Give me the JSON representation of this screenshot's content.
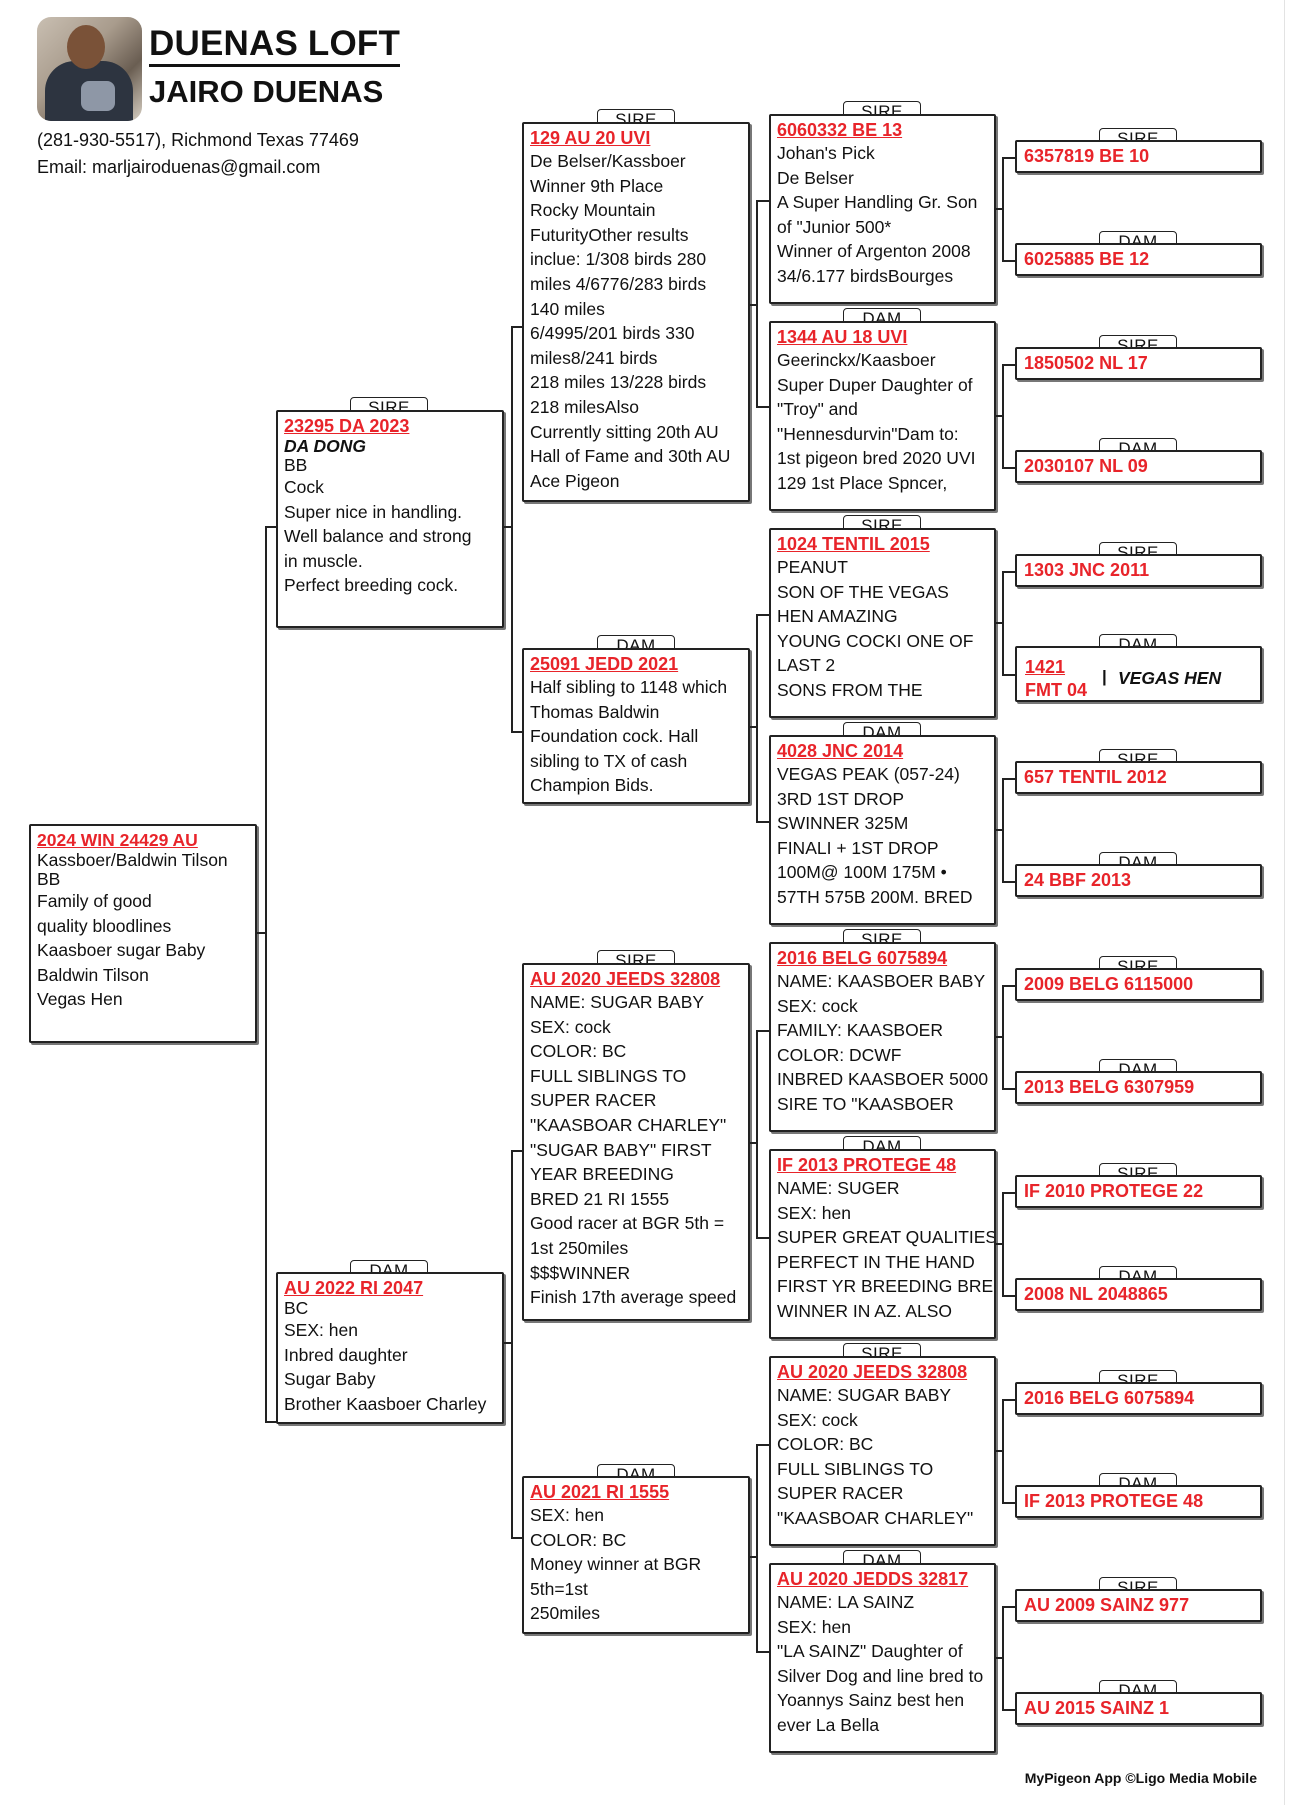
{
  "header": {
    "title": "DUENAS LOFT",
    "owner": "JAIRO DUENAS",
    "contact_line1": "(281-930-5517), Richmond Texas 77469",
    "contact_line2": "Email: marljairoduenas@gmail.com"
  },
  "subject": {
    "band": "2024 WIN 24429 AU",
    "lines": [
      "Kassboer/Baldwin Tilson",
      "BB",
      "Family of good",
      "quality bloodlines",
      "Kaasboer sugar Baby",
      "Baldwin Tilson",
      "Vegas Hen"
    ]
  },
  "gen1": {
    "sire": {
      "tag": "SIRE",
      "band": "23295 DA 2023",
      "name": "DA DONG",
      "lines": [
        "BB",
        "Cock",
        "Super nice in handling.",
        "Well balance and strong",
        "in muscle.",
        "Perfect breeding cock."
      ]
    },
    "dam": {
      "tag": "DAM",
      "band": "AU 2022 RI 2047",
      "lines": [
        "BC",
        "SEX: hen",
        "Inbred daughter",
        "Sugar Baby",
        "Brother Kaasboer Charley"
      ]
    }
  },
  "gen2": {
    "ss": {
      "tag": "SIRE",
      "band": "129 AU 20 UVI",
      "lines": [
        "De Belser/Kassboer",
        "Winner 9th Place",
        "Rocky Mountain",
        "FuturityOther results",
        "inclue: 1/308 birds 280",
        "miles 4/6776/283 birds",
        "140 miles",
        "6/4995/201 birds 330",
        "miles8/241 birds",
        "218 miles 13/228 birds",
        "218 milesAlso",
        "Currently sitting 20th AU",
        "Hall of Fame and 30th AU",
        "Ace Pigeon"
      ]
    },
    "sd": {
      "tag": "DAM",
      "band": "25091 JEDD 2021",
      "lines": [
        "Half sibling to 1148 which",
        "Thomas Baldwin",
        "Foundation cock. Hall",
        "sibling to TX of cash",
        "Champion Bids."
      ]
    },
    "ds": {
      "tag": "SIRE",
      "band": "AU 2020 JEEDS 32808",
      "lines": [
        "NAME: SUGAR BABY",
        "SEX: cock",
        "COLOR: BC",
        "FULL SIBLINGS TO",
        "SUPER RACER",
        "\"KAASBOAR CHARLEY\"",
        "\"SUGAR BABY\" FIRST",
        "YEAR BREEDING",
        "BRED 21 RI 1555",
        "Good racer at BGR 5th =",
        "1st 250miles",
        "$$$WINNER",
        "Finish 17th average speed"
      ]
    },
    "dd": {
      "tag": "DAM",
      "band": "AU 2021 RI 1555",
      "lines": [
        "SEX: hen",
        "COLOR: BC",
        "Money winner at BGR",
        "5th=1st",
        "250miles"
      ]
    }
  },
  "gen3": [
    {
      "tag": "SIRE",
      "band": "6060332 BE 13",
      "lines": [
        "Johan's Pick",
        "De Belser",
        "A Super Handling Gr. Son",
        "of \"Junior 500*",
        "Winner of Argenton 2008",
        "34/6.177 birdsBourges"
      ]
    },
    {
      "tag": "DAM",
      "band": "1344 AU 18 UVI",
      "lines": [
        "Geerinckx/Kaasboer",
        "Super Duper Daughter of",
        "\"Troy\" and",
        "\"Hennesdurvin\"Dam to:",
        "1st pigeon bred 2020 UVI",
        "129 1st Place Spncer,"
      ]
    },
    {
      "tag": "SIRE",
      "band": "1024 TENTIL 2015",
      "lines": [
        "PEANUT",
        "SON OF THE VEGAS",
        "HEN AMAZING",
        "YOUNG COCKI ONE OF",
        "LAST 2",
        "SONS FROM THE"
      ]
    },
    {
      "tag": "DAM",
      "band": "4028 JNC 2014",
      "lines": [
        "VEGAS PEAK (057-24)",
        "3RD 1ST DROP",
        "SWINNER 325M",
        "FINALI + 1ST DROP",
        "100M@ 100M 175M •",
        "57TH 575B 200M. BRED"
      ]
    },
    {
      "tag": "SIRE",
      "band": "2016 BELG 6075894",
      "lines": [
        "NAME: KAASBOER BABY",
        "SEX: cock",
        "FAMILY: KAASBOER",
        "COLOR: DCWF",
        "INBRED KAASBOER 5000",
        "SIRE TO \"KAASBOER"
      ]
    },
    {
      "tag": "DAM",
      "band": "IF 2013 PROTEGE 48",
      "lines": [
        "NAME: SUGER",
        "SEX: hen",
        "SUPER GREAT QUALITIES",
        "PERFECT IN THE HAND",
        "FIRST YR BREEDING BRED",
        "WINNER IN AZ. ALSO"
      ]
    },
    {
      "tag": "SIRE",
      "band": "AU 2020 JEEDS 32808",
      "lines": [
        "NAME: SUGAR BABY",
        "SEX: cock",
        "COLOR: BC",
        "FULL SIBLINGS TO",
        "SUPER RACER",
        "\"KAASBOAR CHARLEY\""
      ]
    },
    {
      "tag": "DAM",
      "band": "AU 2020 JEDDS 32817",
      "lines": [
        "NAME: LA SAINZ",
        "SEX: hen",
        "\"LA SAINZ\" Daughter of",
        "Silver Dog and line bred to",
        "Yoannys Sainz best hen",
        "ever La Bella"
      ]
    }
  ],
  "gen4": [
    {
      "tag": "SIRE",
      "band": "6357819 BE 10"
    },
    {
      "tag": "DAM",
      "band": "6025885 BE 12"
    },
    {
      "tag": "SIRE",
      "band": "1850502 NL 17"
    },
    {
      "tag": "DAM",
      "band": "2030107 NL 09"
    },
    {
      "tag": "SIRE",
      "band": "1303 JNC 2011"
    },
    {
      "tag": "DAM",
      "band_line1": "1421",
      "band_line2": "FMT 04",
      "name": "VEGAS HEN"
    },
    {
      "tag": "SIRE",
      "band": "657 TENTIL 2012"
    },
    {
      "tag": "DAM",
      "band": "24 BBF 2013"
    },
    {
      "tag": "SIRE",
      "band": "2009 BELG 6115000"
    },
    {
      "tag": "DAM",
      "band": "2013 BELG 6307959"
    },
    {
      "tag": "SIRE",
      "band": "IF 2010 PROTEGE 22"
    },
    {
      "tag": "DAM",
      "band": "2008 NL 2048865"
    },
    {
      "tag": "SIRE",
      "band": "2016 BELG 6075894"
    },
    {
      "tag": "DAM",
      "band": "IF 2013 PROTEGE 48"
    },
    {
      "tag": "SIRE",
      "band": "AU 2009 SAINZ 977"
    },
    {
      "tag": "DAM",
      "band": "AU 2015 SAINZ 1"
    }
  ],
  "footer": "MyPigeon App ©Ligo Media Mobile"
}
